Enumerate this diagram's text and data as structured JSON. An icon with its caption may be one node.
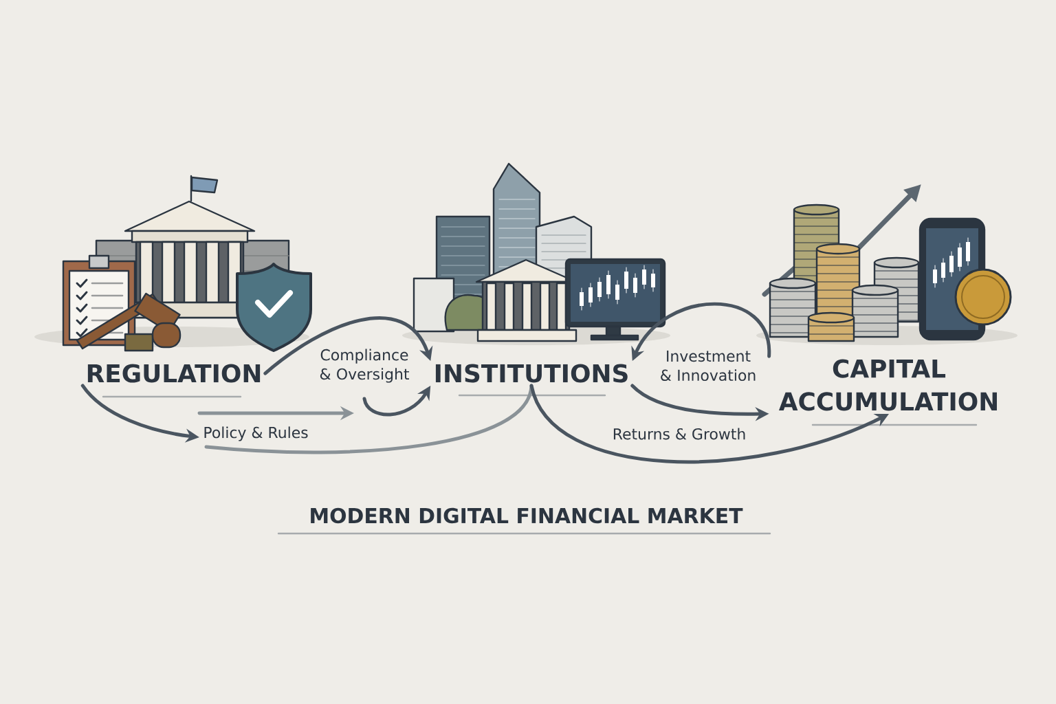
{
  "diagram": {
    "title": "MODERN DIGITAL FINANCIAL MARKET",
    "nodes": [
      {
        "text": [
          "REGULATION"
        ]
      },
      {
        "text": [
          "INSTITUTIONS"
        ]
      },
      {
        "text": [
          "CAPITAL ACCUMULATION"
        ]
      }
    ],
    "edges": [
      {
        "from": 0,
        "to": 1,
        "arrow": "to",
        "label": "Compliance & Oversight"
      },
      {
        "from": 2,
        "to": 1,
        "arrow": "to",
        "label": "Investment & Innovation"
      },
      {
        "from": 0,
        "to": null,
        "arrow": "to",
        "label": "Policy & Rules"
      },
      {
        "from": null,
        "to": 1,
        "arrow": "to"
      },
      {
        "from": 1,
        "to": null,
        "arrow": "none",
        "color": "#8a9297"
      },
      {
        "from": 1,
        "to": 2,
        "arrow": "to",
        "label": "Returns & Growth"
      },
      {
        "from": 1,
        "to": 2,
        "arrow": "to"
      }
    ]
  }
}
